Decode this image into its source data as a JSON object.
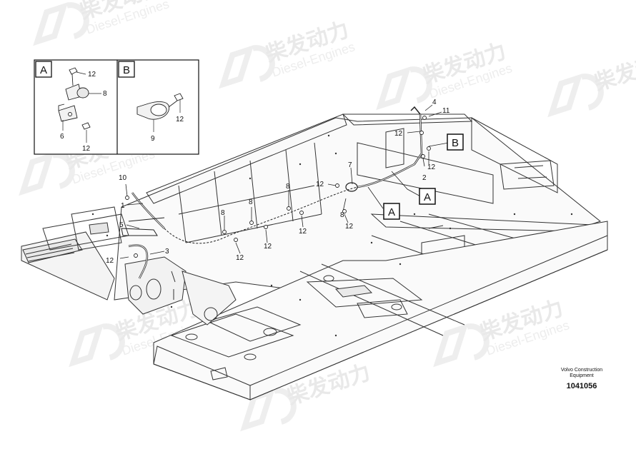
{
  "watermark": {
    "cn": "柴发动力",
    "en": "Diesel-Engines"
  },
  "insets": [
    {
      "title": "A",
      "labels": [
        "12",
        "8",
        "6",
        "12"
      ]
    },
    {
      "title": "B",
      "labels": [
        "12",
        "9"
      ]
    }
  ],
  "callouts": [
    {
      "id": "c1",
      "text": "A"
    },
    {
      "id": "c2",
      "text": "A"
    },
    {
      "id": "c3",
      "text": "B"
    }
  ],
  "part_labels": [
    "10",
    "1",
    "5",
    "12",
    "3",
    "8",
    "12",
    "8",
    "12",
    "8",
    "12",
    "12",
    "7",
    "8",
    "12",
    "4",
    "11",
    "12",
    "12",
    "2"
  ],
  "footer": {
    "company": "Volvo Construction Equipment",
    "code": "1041056"
  }
}
